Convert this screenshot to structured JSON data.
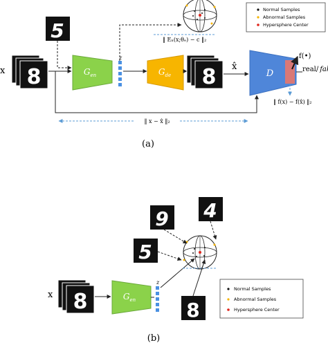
{
  "panel_a": {
    "caption": "(a)",
    "input_label": "x",
    "input_digit": "8",
    "anomaly_digit": "5",
    "encoder_label_main": "G",
    "encoder_label_sub": "en",
    "decoder_label_main": "G",
    "decoder_label_sub": "de",
    "latent_label": "z",
    "recon_label": "x̂",
    "recon_digit": "8",
    "discriminator_label": "D",
    "feature_label": "f(•)",
    "output_label_real": "real/",
    "output_label_fake": "fake",
    "recon_loss": "‖ x − x̂ ‖₂",
    "feature_loss": "‖ f(x) − f(x̂) ‖₂",
    "hypersphere_loss": "‖ Eₙ(x;θₑ) − c ‖₂",
    "legend": [
      {
        "label": "Normal Samples",
        "color": "#111111"
      },
      {
        "label": "Abnormal Samples",
        "color": "#f5b400"
      },
      {
        "label": "Hypersphere Center",
        "color": "#e0251b"
      }
    ]
  },
  "panel_b": {
    "caption": "(b)",
    "input_label": "x",
    "input_digit": "8",
    "encoder_label_main": "G",
    "encoder_label_sub": "en",
    "latent_label": "z",
    "digit_9": "9",
    "digit_4": "4",
    "digit_5": "5",
    "digit_8": "8",
    "legend": [
      {
        "label": "Normal Samples",
        "color": "#111111"
      },
      {
        "label": "Abnormal Samples",
        "color": "#f5b400"
      },
      {
        "label": "Hypersphere Center",
        "color": "#e0251b"
      }
    ]
  },
  "colors": {
    "encoder": "#8bd24a",
    "decoder": "#f7b500",
    "discriminator": "#4f86d9",
    "feature_band": "#e8776a",
    "latent": "#4a90e2",
    "dashed_blue": "#5b9bd5"
  }
}
